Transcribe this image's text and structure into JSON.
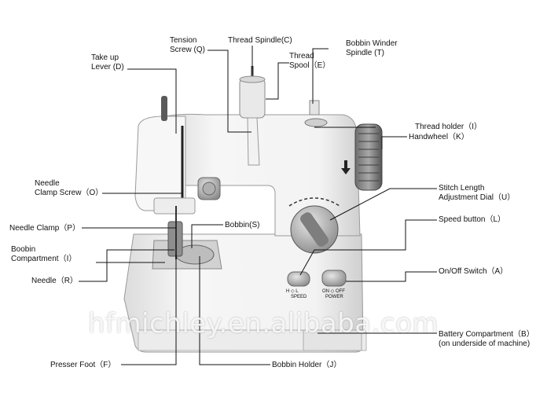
{
  "labels": {
    "take_up_lever": [
      "Take up",
      "Lever (D)"
    ],
    "tension_screw": [
      "Tension",
      "Screw (Q)"
    ],
    "thread_spindle": "Thread Spindle(C)",
    "thread_spool": [
      "Thread",
      "Spool（E）"
    ],
    "bobbin_winder_spindle": [
      "Bobbin Winder",
      "Spindle (T)"
    ],
    "thread_holder": "Thread holder（I）",
    "handwheel": "Handwheel（K）",
    "needle_clamp_screw": [
      "Needle",
      "Clamp Screw（O）"
    ],
    "stitch_length_dial": [
      "Stitch Length",
      "Adjustment Dial（U）"
    ],
    "needle_clamp": "Needle Clamp（P）",
    "bobbin": "Bobbin(S)",
    "speed_button": "Speed button（L）",
    "bobbin_compartment": [
      "Boobin",
      "Compartment（I）"
    ],
    "needle": "Needle（R）",
    "on_off_switch": "On/Off Switch（A）",
    "battery_compartment": [
      "Battery Compartment（B）",
      "(on underside of machine)"
    ],
    "presser_foot": "Presser Foot（F）",
    "bobbin_holder": "Bobbin Holder（J）"
  },
  "machine_text": {
    "speed": "SPEED",
    "speed_marks": "H ◇ L",
    "power": "POWER",
    "power_marks": "ON ◇ OFF"
  },
  "watermark": "hfmichley.en.alibaba.com"
}
